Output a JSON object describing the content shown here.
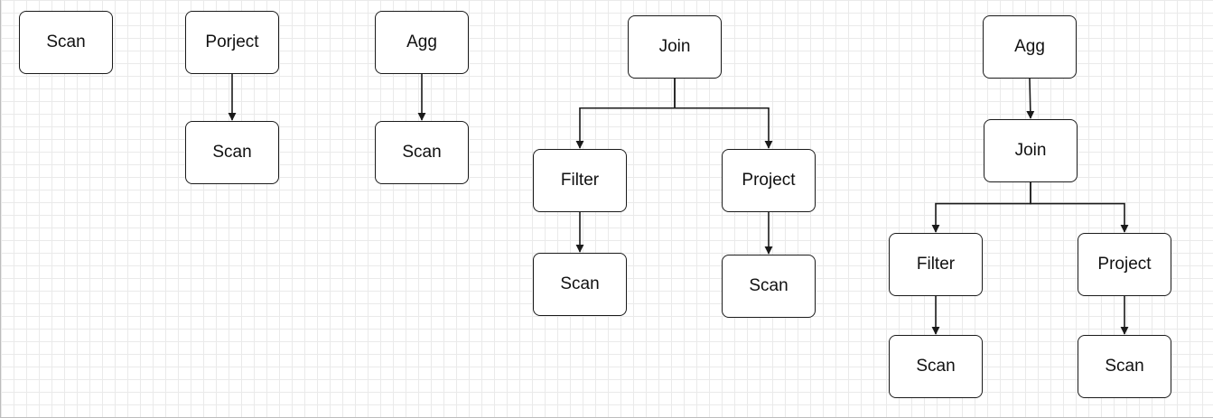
{
  "diagram": {
    "background": "#ffffff",
    "grid_visible": true,
    "node_border_color": "#1a1a1a",
    "edge_color": "#1a1a1a",
    "nodes": {
      "t1_scan": "Scan",
      "t2_project": "Porject",
      "t2_scan": "Scan",
      "t3_agg": "Agg",
      "t3_scan": "Scan",
      "t4_join": "Join",
      "t4_filter": "Filter",
      "t4_project": "Project",
      "t4_filter_scan": "Scan",
      "t4_project_scan": "Scan",
      "t5_agg": "Agg",
      "t5_join": "Join",
      "t5_filter": "Filter",
      "t5_project": "Project",
      "t5_filter_scan": "Scan",
      "t5_project_scan": "Scan"
    },
    "edges": [
      [
        "t2_project",
        "t2_scan"
      ],
      [
        "t3_agg",
        "t3_scan"
      ],
      [
        "t4_join",
        "t4_filter"
      ],
      [
        "t4_join",
        "t4_project"
      ],
      [
        "t4_filter",
        "t4_filter_scan"
      ],
      [
        "t4_project",
        "t4_project_scan"
      ],
      [
        "t5_agg",
        "t5_join"
      ],
      [
        "t5_join",
        "t5_filter"
      ],
      [
        "t5_join",
        "t5_project"
      ],
      [
        "t5_filter",
        "t5_filter_scan"
      ],
      [
        "t5_project",
        "t5_project_scan"
      ]
    ]
  }
}
